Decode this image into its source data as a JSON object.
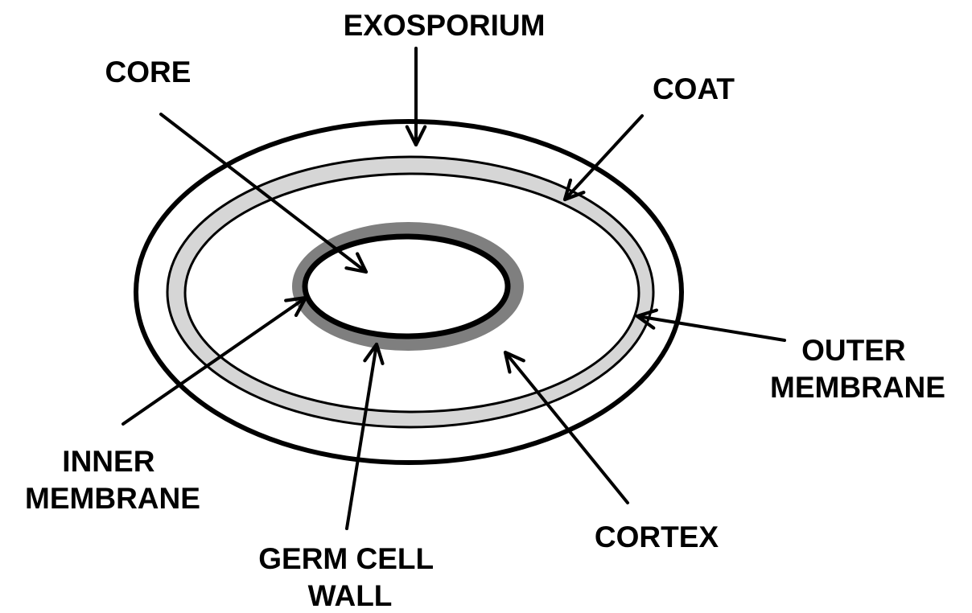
{
  "labels": {
    "exosporium": "EXOSPORIUM",
    "core": "CORE",
    "coat": "COAT",
    "outer_membrane": [
      "OUTER",
      "MEMBRANE"
    ],
    "inner_membrane": [
      "INNER",
      "MEMBRANE"
    ],
    "germ_cell_wall": [
      "GERM CELL",
      "WALL"
    ],
    "cortex": "CORTEX"
  },
  "colors": {
    "outline": "#000000",
    "coat_fill": "#d6d6d6",
    "germ_cell_wall_fill": "#7f7f7f",
    "background": "#ffffff"
  }
}
